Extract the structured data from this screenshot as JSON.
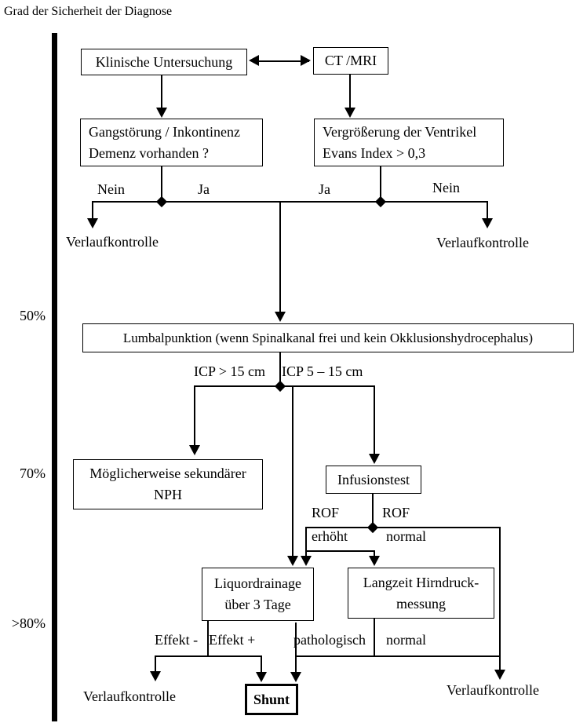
{
  "title": "Grad der Sicherheit der Diagnose",
  "axis_labels": {
    "p50": "50%",
    "p70": "70%",
    "p80": ">80%"
  },
  "boxes": {
    "klinische": "Klinische Untersuchung",
    "ctmri": "CT /MRI",
    "gang_line1": "Gangstörung / Inkontinenz",
    "gang_line2": "Demenz vorhanden ?",
    "vergr_line1": "Vergrößerung der Ventrikel",
    "vergr_line2": "Evans Index > 0,3",
    "lumbal": "Lumbalpunktion (wenn Spinalkanal frei und kein Okklusionshydrocephalus)",
    "moeglich_line1": "Möglicherweise sekundärer",
    "moeglich_line2": "NPH",
    "infusionstest": "Infusionstest",
    "liquor_line1": "Liquordrainage",
    "liquor_line2": "über 3 Tage",
    "langzeit_line1": "Langzeit Hirndruck-",
    "langzeit_line2": "messung",
    "shunt": "Shunt"
  },
  "edge_labels": {
    "nein_left": "Nein",
    "ja_left": "Ja",
    "ja_right": "Ja",
    "nein_right": "Nein",
    "verlauf_top_left": "Verlaufkontrolle",
    "verlauf_top_right": "Verlaufkontrolle",
    "icp_high": "ICP > 15 cm",
    "icp_mid": "ICP 5 – 15 cm",
    "rof_left": "ROF",
    "rof_right": "ROF",
    "erhoeht": "erhöht",
    "normal_mid": "normal",
    "effekt_minus": "Effekt -",
    "effekt_plus": "Effekt +",
    "pathologisch": "pathologisch",
    "normal_bottom": "normal",
    "verlauf_bottom_left": "Verlaufkontrolle",
    "verlauf_bottom_right": "Verlaufkontrolle"
  },
  "colors": {
    "line": "#000000",
    "background": "#ffffff"
  }
}
